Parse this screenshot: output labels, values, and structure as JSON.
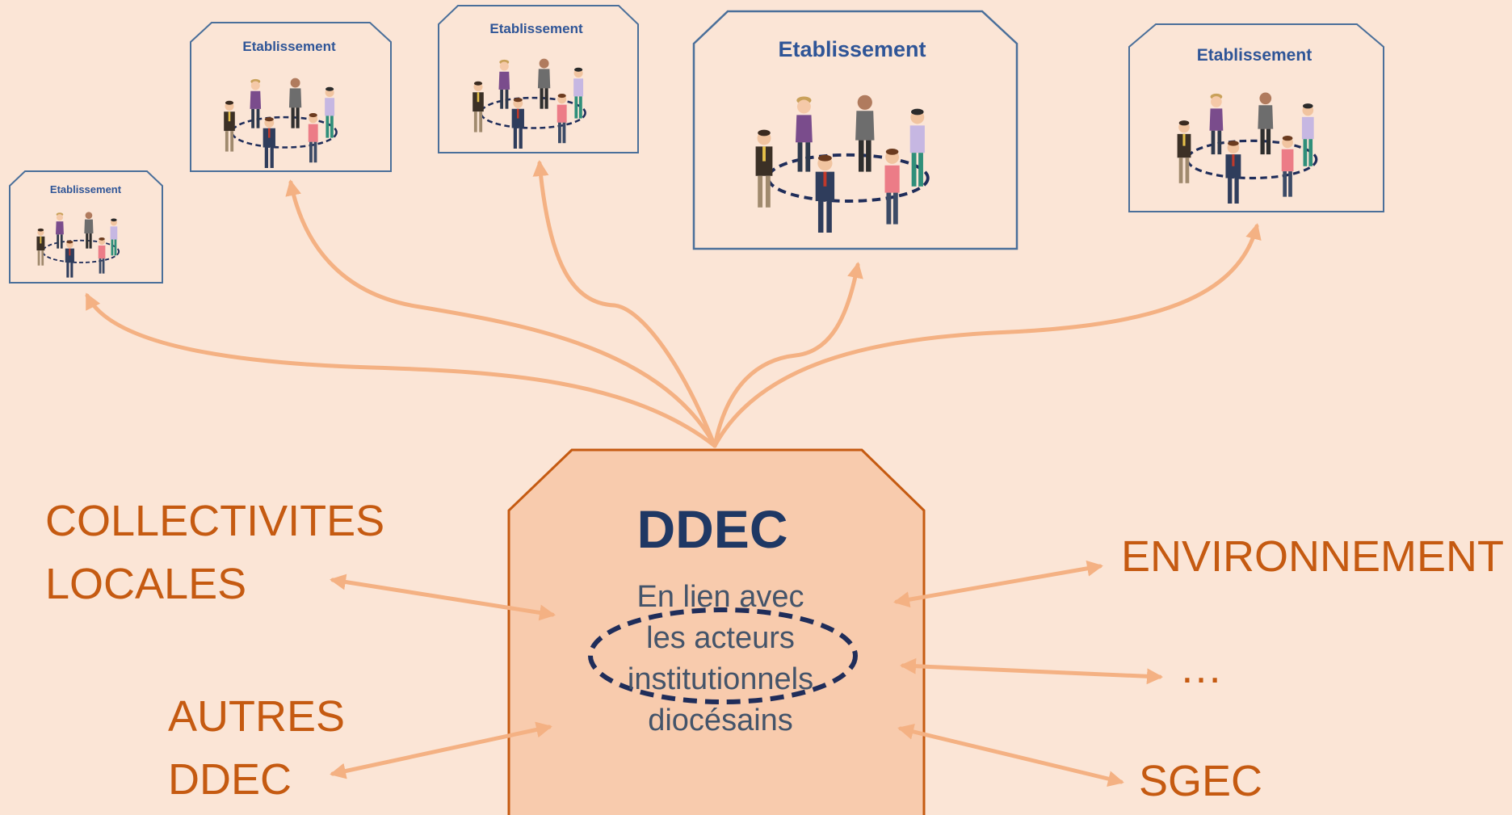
{
  "establishments": [
    {
      "title": "Etablissement"
    },
    {
      "title": "Etablissement"
    },
    {
      "title": "Etablissement"
    },
    {
      "title": "Etablissement"
    },
    {
      "title": "Etablissement"
    }
  ],
  "center": {
    "title": "DDEC",
    "lines": [
      "En lien avec",
      "les acteurs",
      "institutionnels",
      "diocésains"
    ]
  },
  "partners": {
    "collectivites": [
      "COLLECTIVITES",
      "LOCALES"
    ],
    "autres": [
      "AUTRES",
      "DDEC"
    ],
    "environnement": "ENVIRONNEMENT",
    "ellipsis": "…",
    "sgec": "SGEC"
  },
  "colors": {
    "background": "#fbe5d6",
    "arrow": "#f4b183",
    "center_box": "#f8cbad",
    "center_border": "#c55a11",
    "establishment_border": "#4a6f9a",
    "establishment_title": "#2f5597",
    "ddec_title": "#1f3864",
    "partner_text": "#c55a11",
    "ellipse_dash": "#1f2d5a"
  }
}
